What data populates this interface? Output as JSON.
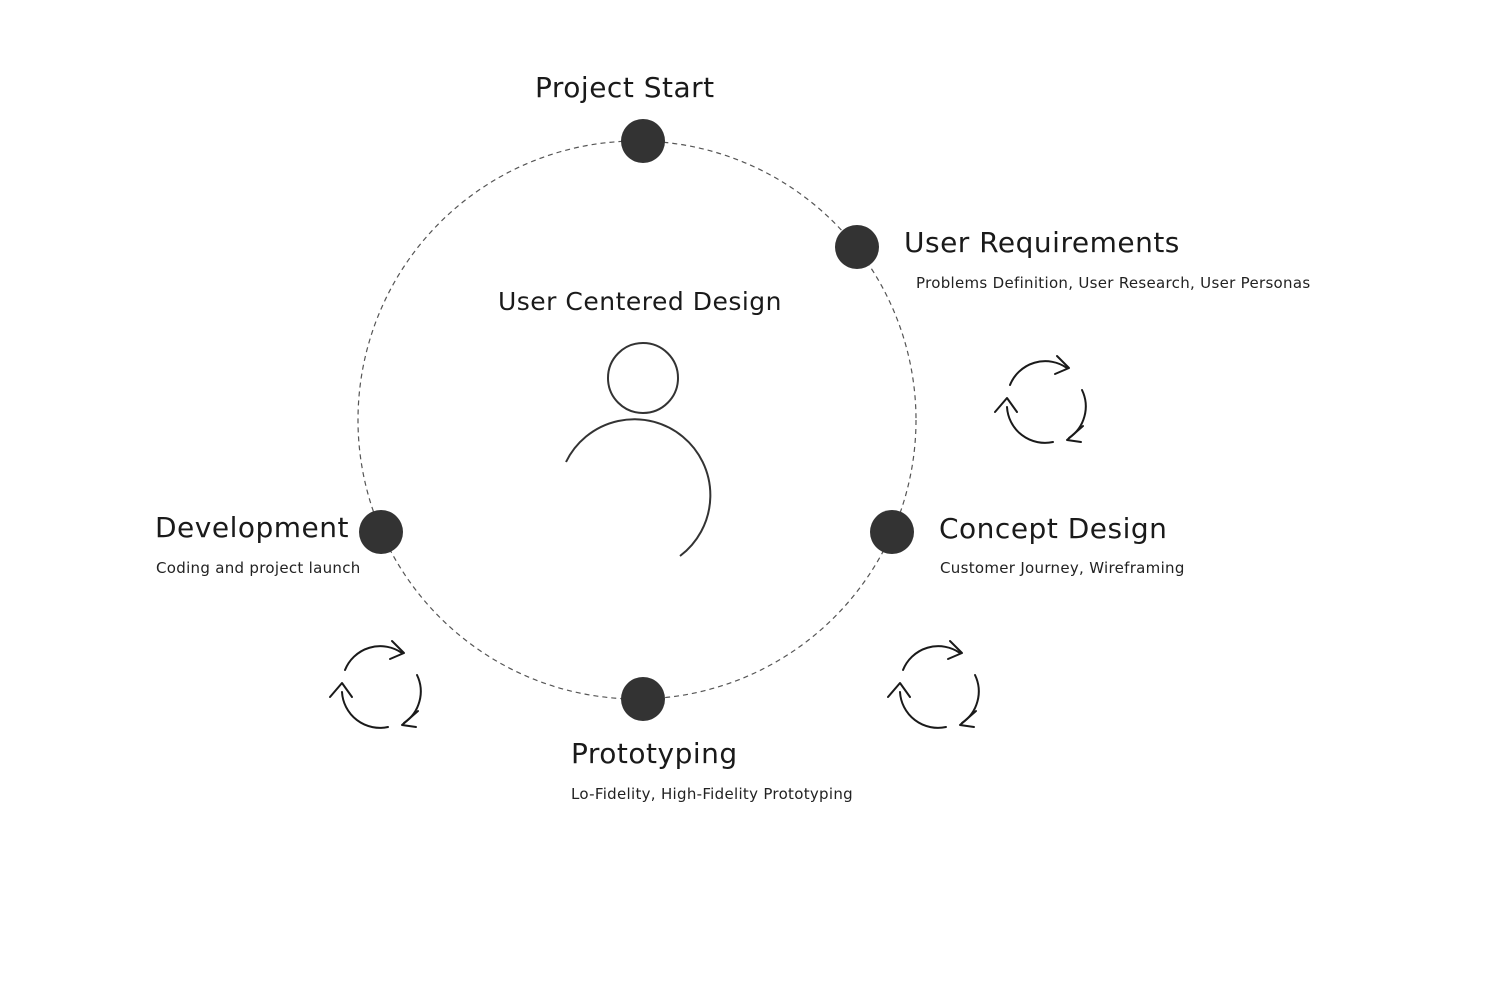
{
  "diagram": {
    "center_title": "User Centered Design",
    "steps": [
      {
        "title": "Project Start",
        "description": ""
      },
      {
        "title": "User Requirements",
        "description": "Problems Definition, User Research, User Personas"
      },
      {
        "title": "Concept Design",
        "description": "Customer Journey, Wireframing"
      },
      {
        "title": "Prototyping",
        "description": "Lo-Fidelity, High-Fidelity Prototyping"
      },
      {
        "title": "Development",
        "description": "Coding and project launch"
      }
    ],
    "icons": {
      "center": "user-icon",
      "cycle": "refresh-cycle-icon"
    },
    "colors": {
      "node": "#333333",
      "line": "#555555",
      "text": "#1a1a1a"
    }
  }
}
